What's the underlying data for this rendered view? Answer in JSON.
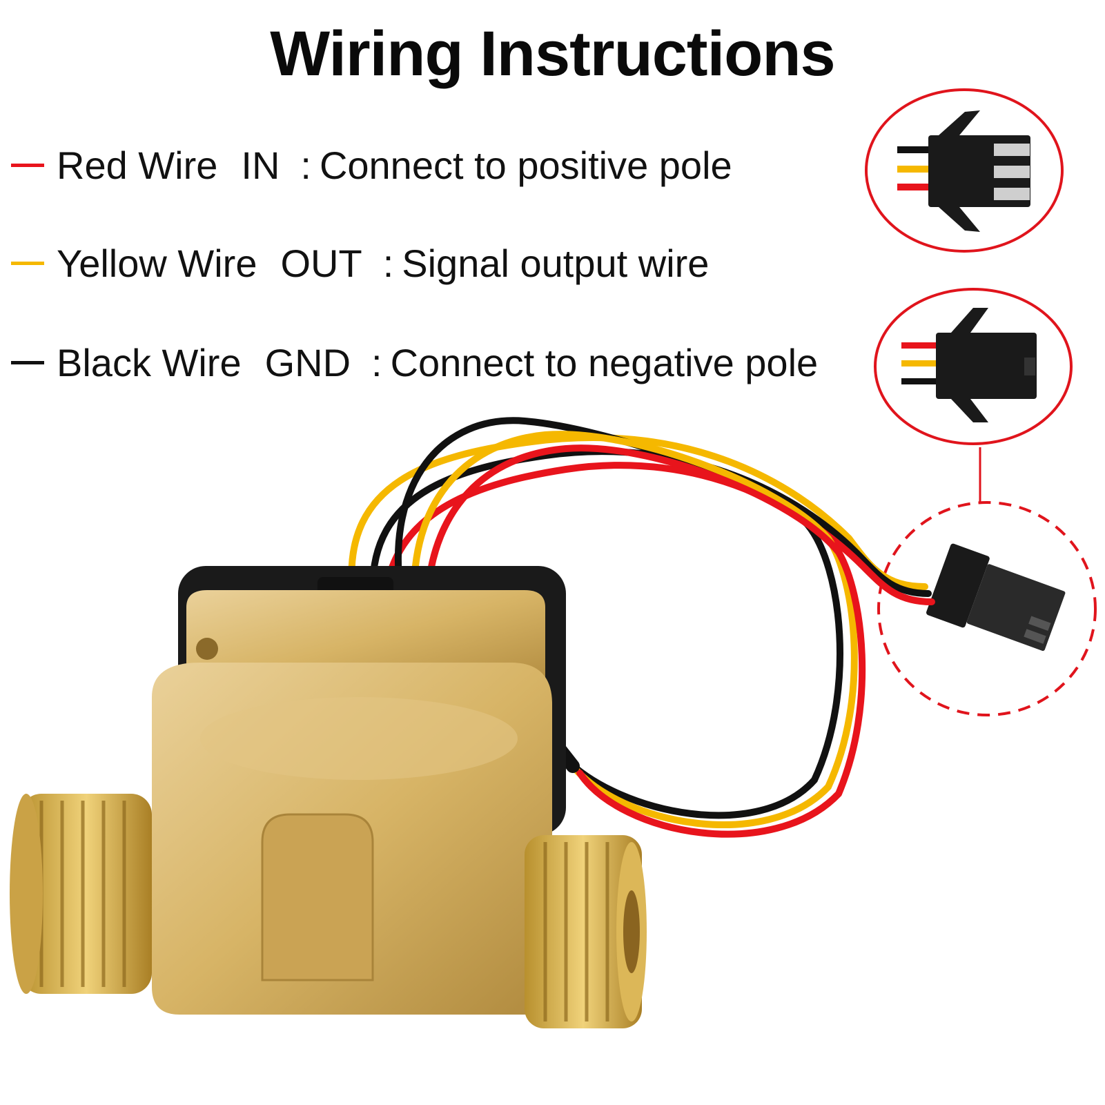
{
  "title": "Wiring Instructions",
  "colors": {
    "red_wire": "#e8141c",
    "yellow_wire": "#f5b800",
    "black_wire": "#111111",
    "callout_red": "#e0141c",
    "brass": "#d9b560",
    "brass_dark": "#a9843a",
    "connector": "#1a1a1a"
  },
  "wires": [
    {
      "name": "Red Wire",
      "role": "IN",
      "description": "Connect to positive pole",
      "color": "#e8141c"
    },
    {
      "name": "Yellow Wire",
      "role": "OUT",
      "description": "Signal output wire",
      "color": "#f5b800"
    },
    {
      "name": "Black Wire",
      "role": "GND",
      "description": "Connect to negative pole",
      "color": "#111111"
    }
  ],
  "illustration": {
    "subject": "brass-flow-sensor",
    "connector_callouts": [
      "male-connector-closeup",
      "female-connector-closeup",
      "plug-detail-dashed"
    ]
  }
}
